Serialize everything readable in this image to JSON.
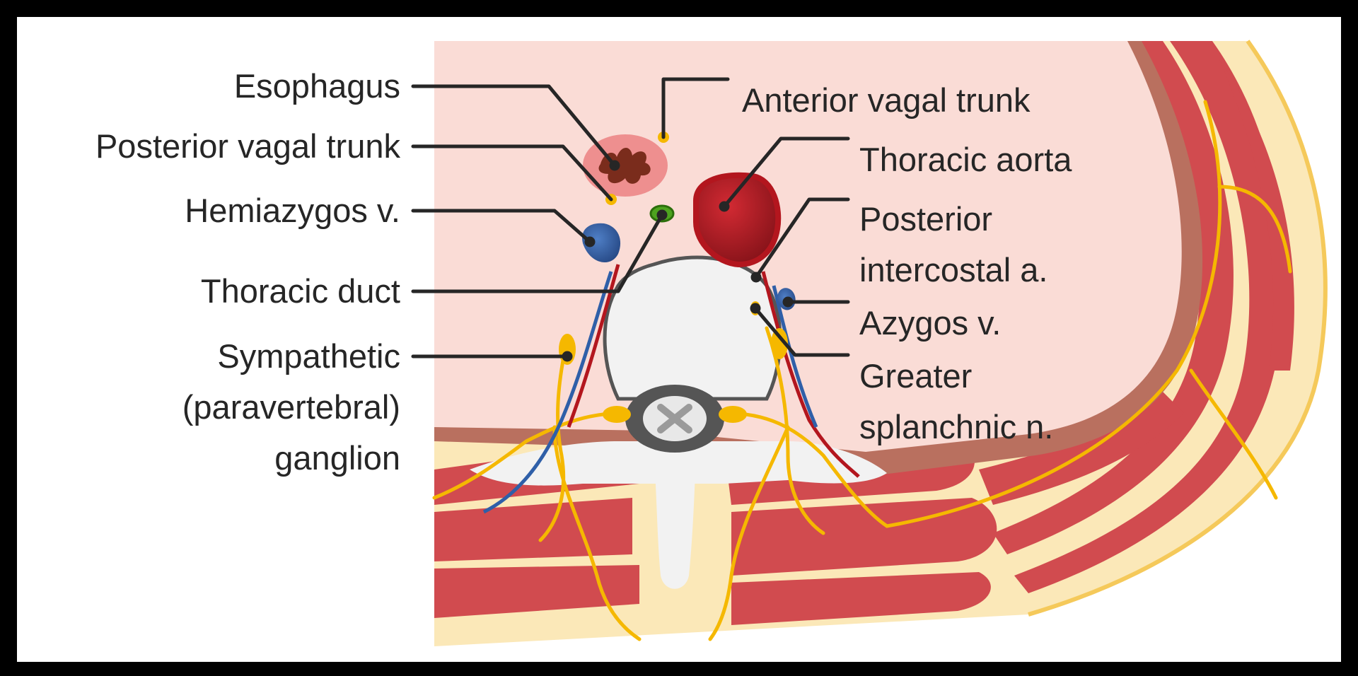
{
  "labels": {
    "esophagus": "Esophagus",
    "posterior_vagal_trunk": "Posterior vagal trunk",
    "hemiazygos": "Hemiazygos v.",
    "thoracic_duct": "Thoracic duct",
    "sympathetic_line1": "Sympathetic",
    "sympathetic_line2": "(paravertebral)",
    "sympathetic_line3": "ganglion",
    "anterior_vagal_trunk": "Anterior vagal trunk",
    "thoracic_aorta": "Thoracic aorta",
    "posterior_intercostal_line1": "Posterior",
    "posterior_intercostal_line2": "intercostal a.",
    "azygos": "Azygos v.",
    "greater_splanchnic_line1": "Greater",
    "greater_splanchnic_line2": "splanchnic n."
  },
  "colors": {
    "background_frame": "#000000",
    "thoracic_cavity": "#fadcd6",
    "pleura": "#b9705f",
    "muscle": "#d14b4f",
    "fat": "#fbe8b8",
    "nerve": "#f5b800",
    "vein": "#2f5fa8",
    "artery": "#b3161e",
    "bone": "#f2f2f2",
    "esophagus": "#ee8f8f",
    "thoracic_duct": "#4da31f",
    "leader_line": "#262626"
  }
}
